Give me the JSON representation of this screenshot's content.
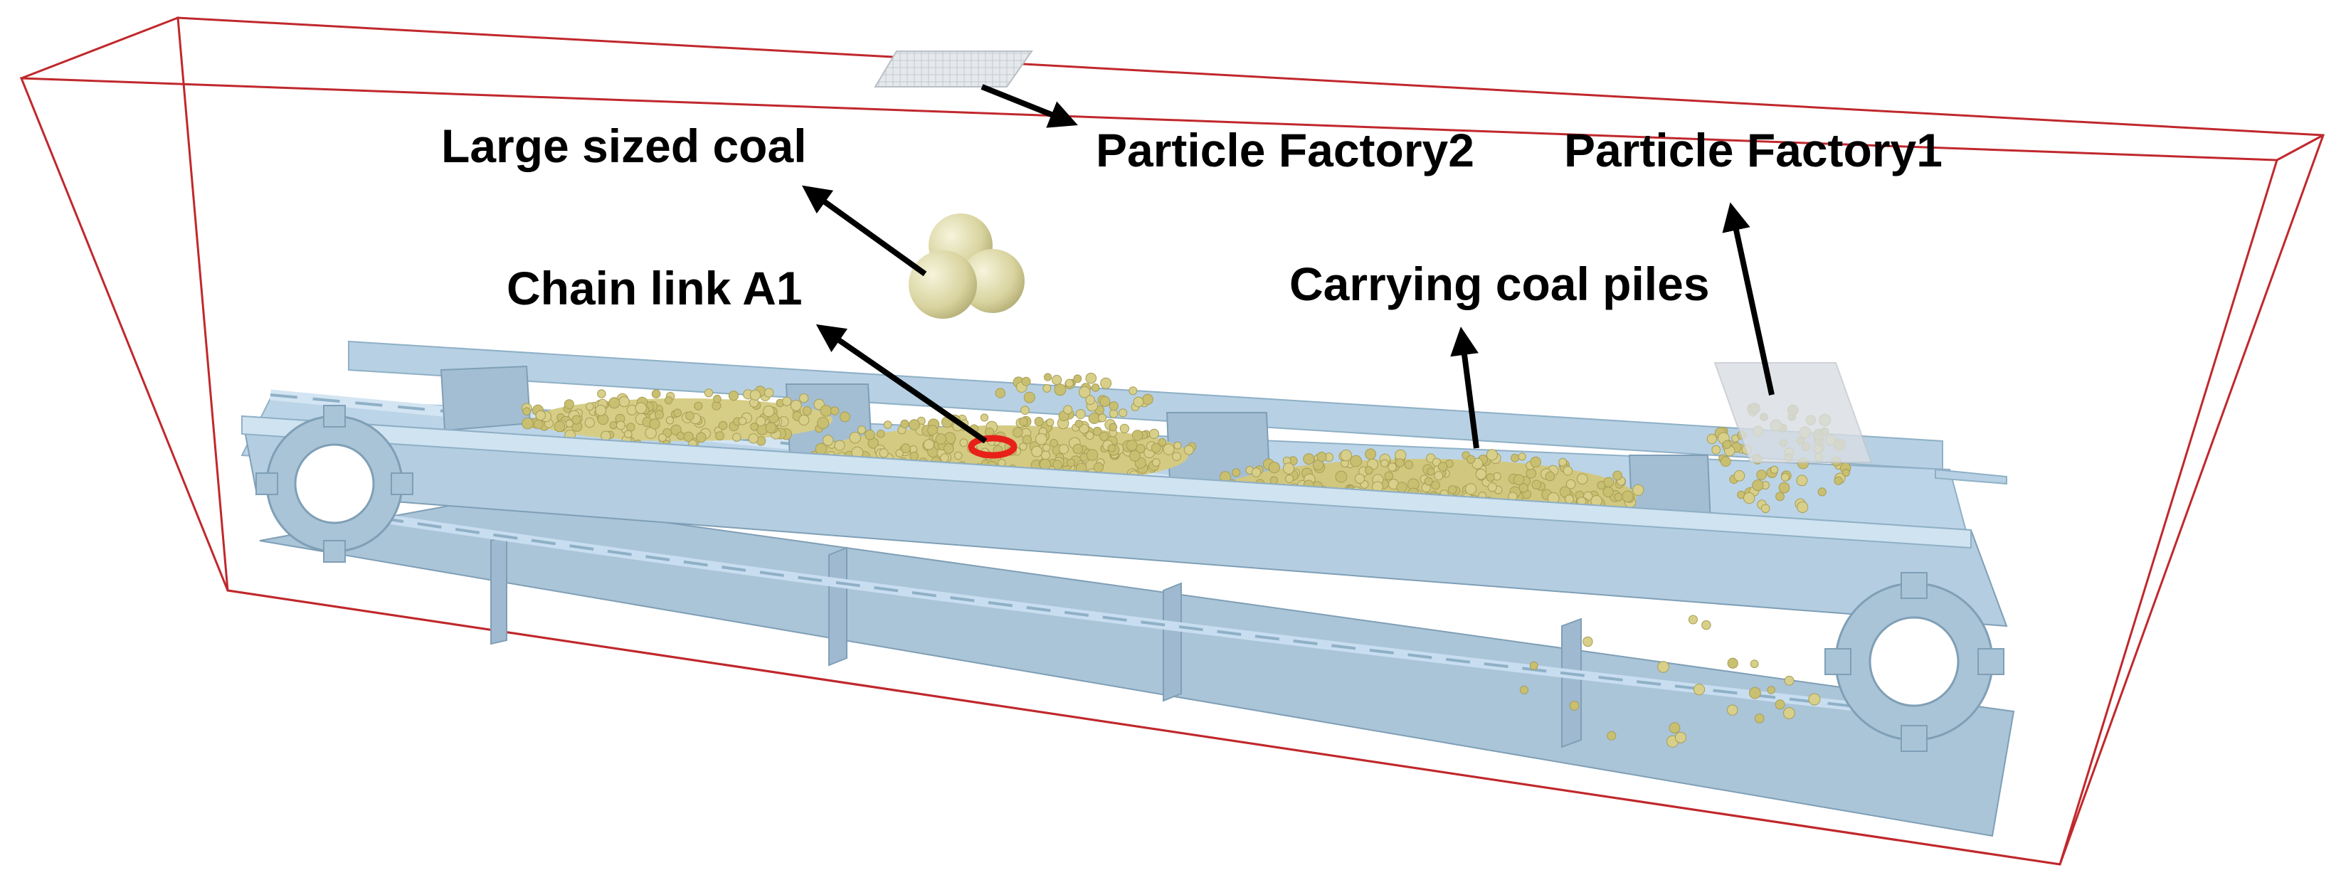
{
  "labels": {
    "large_coal": "Large sized coal",
    "particle_factory_2": "Particle Factory2",
    "particle_factory_1": "Particle Factory1",
    "chain_link": "Chain link A1",
    "carrying_coal": "Carrying coal piles"
  },
  "colors": {
    "domain_box": "#c0282c",
    "steel": "#a9c7db",
    "steel_light": "#c8def0",
    "steel_dark": "#7f9fb6",
    "coal": "#d8d08a",
    "large_coal": "#e6e4ba",
    "highlight_link": "#e8201a",
    "factory_plane": "#d9dee3",
    "arrow": "#000000"
  },
  "icons": {
    "large_coal": "clustered-sphere",
    "sprocket": "gear-wheel"
  }
}
